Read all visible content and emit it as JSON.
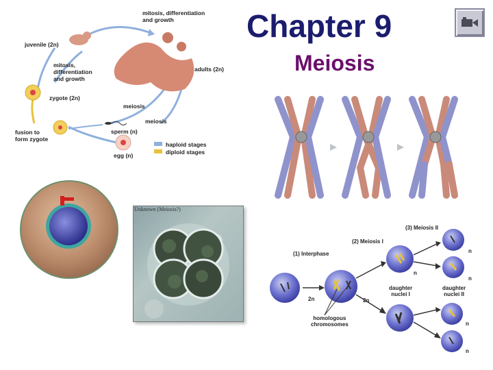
{
  "title": "Chapter  9",
  "subtitle": "Meiosis",
  "video_button": {
    "icon": "video-camera-icon"
  },
  "life_cycle": {
    "label_top": "mitosis, differentiation\nand growth",
    "label_juvenile": "juvenile (2n)",
    "label_mitosis_left": "mitosis,\ndifferentiation\nand growth",
    "label_adults": "adults (2n)",
    "label_zygote": "zygote (2n)",
    "label_meiosis_1": "meiosis",
    "label_meiosis_2": "meiosis",
    "label_sperm": "sperm (n)",
    "label_fusion": "fusion to\nform zygote",
    "label_egg": "egg (n)",
    "legend": [
      {
        "label": "haploid stages",
        "color": "#8fb0dc"
      },
      {
        "label": "diploid stages",
        "color": "#e8c23a"
      }
    ]
  },
  "photo": {
    "caption": "Unknown (Meiosis?)"
  },
  "meiosis_stages": {
    "stage1": "(1) Interphase",
    "stage2": "(2) Meiosis I",
    "stage3": "(3) Meiosis II",
    "label_2n_a": "2n",
    "label_2n_b": "2n",
    "label_n_1": "n",
    "label_n_2": "n",
    "label_n_3": "n",
    "label_n_4": "n",
    "label_n_5": "n",
    "daughter_nuclei_1": "daughter\nnuclei I",
    "daughter_nuclei_2": "daughter\nnuclei II",
    "homologous": "homologous\nchromosomes"
  },
  "colors": {
    "title": "#1c1c6e",
    "subtitle": "#6b0f6b",
    "chrom_pink": "#c98a7a",
    "chrom_blue": "#8f93cc",
    "cell_blue": "#4a4fb8"
  }
}
